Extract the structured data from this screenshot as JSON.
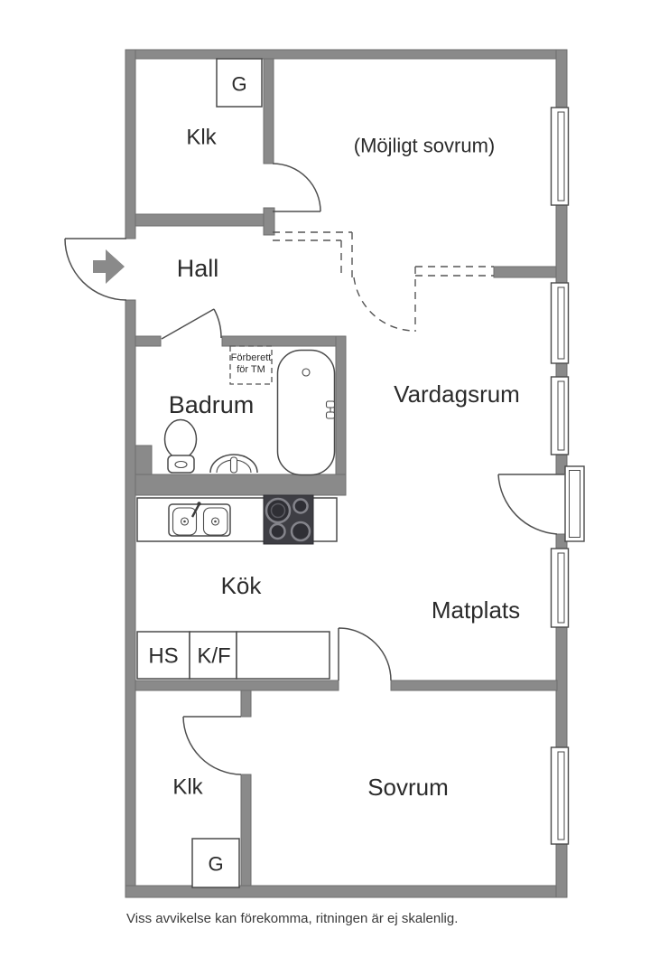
{
  "floorplan": {
    "labels": {
      "closet_top": "Klk",
      "wardrobe_top": "G",
      "possible_bedroom": "(Möjligt sovrum)",
      "hall": "Hall",
      "bathroom": "Badrum",
      "tm_line1": "Förberett",
      "tm_line2": "för TM",
      "living_room": "Vardagsrum",
      "kitchen": "Kök",
      "dining": "Matplats",
      "hs_cabinet": "HS",
      "fridge_freezer": "K/F",
      "bedroom": "Sovrum",
      "closet_bottom": "Klk",
      "wardrobe_bottom": "G"
    },
    "caption": "Viss avvikelse kan förekomma, ritningen är ej skalenlig.",
    "colors": {
      "wall": "#8a8a8a",
      "wallEdge": "#6e6e6e",
      "text": "#2b2b2b",
      "stove": "#3e3e44",
      "burner": "#2f2f35",
      "burnerRing": "#84848b"
    }
  }
}
